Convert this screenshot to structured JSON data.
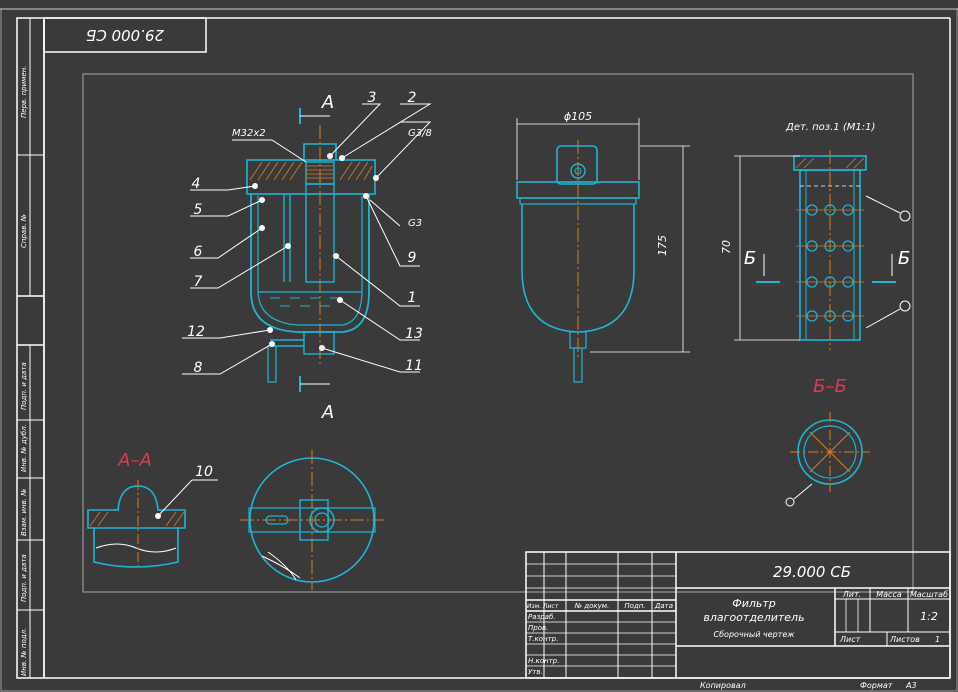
{
  "sheet": {
    "stamp_top_left": "29.000 СБ",
    "footer_copied": "Копировал",
    "footer_format": "Формат",
    "footer_format_value": "A3"
  },
  "side_labels": [
    "Перв. примен.",
    "Справ. №",
    "Подп. и дата",
    "Инв. № дубл.",
    "Взам. инв. №",
    "Подп. и дата",
    "Инв. № подл."
  ],
  "drawing": {
    "section_letter_a": "А",
    "thread_label_m32": "M32x2",
    "thread_label_g38": "G3/8",
    "thread_label_g3": "G3",
    "dim_diameter": "ϕ105",
    "dim_height": "175",
    "dim_detail_height": "70",
    "detail_title": "Дет. поз.1 (М1:1)",
    "section_letter_b": "Б",
    "section_bb": "Б–Б",
    "section_aa": "А–А",
    "callouts_left": [
      "4",
      "5",
      "6",
      "7",
      "12",
      "8"
    ],
    "callouts_top": [
      "3",
      "2"
    ],
    "callouts_right": [
      "9",
      "1",
      "13",
      "11"
    ],
    "callout_10": "10"
  },
  "title_block": {
    "designation": "29.000 СБ",
    "name_line1": "Фильтр",
    "name_line2": "влагоотделитель",
    "doc_type": "Сборочный чертеж",
    "col_lit": "Лит.",
    "col_mass": "Масса",
    "col_scale": "Масштаб",
    "scale_value": "1:2",
    "sheet_label": "Лист",
    "sheets_label": "Листов",
    "sheets_value": "1",
    "header_row": [
      "Изм. Лист",
      "№ докум.",
      "Подп.",
      "Дата"
    ],
    "roles": [
      "Разраб.",
      "Пров.",
      "Т.контр.",
      "",
      "Н.контр.",
      "Утв."
    ]
  },
  "colors": {
    "background": "#3a3a3a",
    "frame": "#ffffff",
    "contour": "#1fb4d4",
    "axis": "#e07a1f",
    "hatch": "#e07a1f",
    "section_label": "#e0384f"
  }
}
